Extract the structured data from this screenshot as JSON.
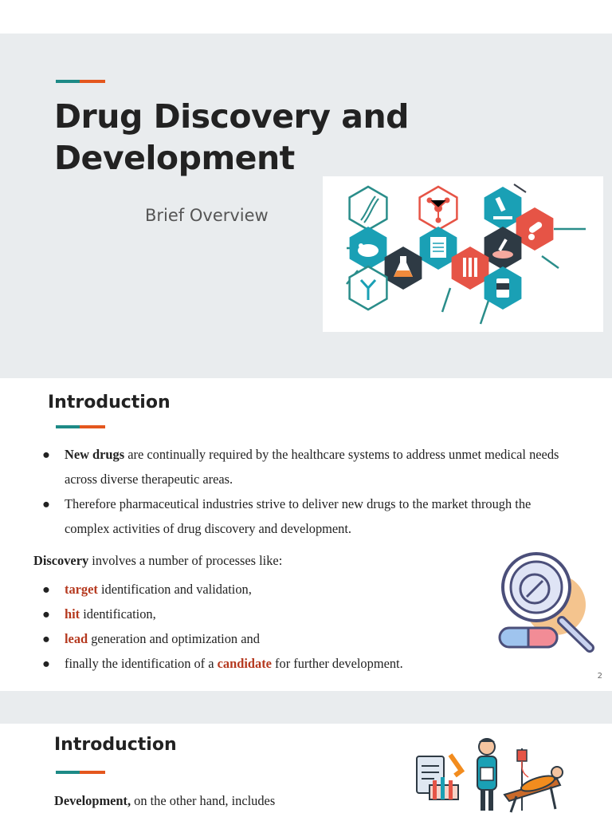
{
  "colors": {
    "slide_bg": "#e9ecee",
    "accent_teal": "#1d8a86",
    "accent_orange": "#e4571e",
    "highlight_red": "#b5391f",
    "title_text": "#222222"
  },
  "slide1": {
    "title": "Drug Discovery and Development",
    "subtitle": "Brief Overview",
    "hero_icons": [
      "dna-icon",
      "molecule-icon",
      "microscope-icon",
      "mouse-icon",
      "document-icon",
      "pills-icon",
      "flask-icon",
      "petri-dish-icon",
      "test-tubes-icon",
      "antibody-icon",
      "medicine-bottle-icon"
    ]
  },
  "slide2": {
    "heading": "Introduction",
    "bullets": [
      {
        "bold": "New drugs",
        "text": " are continually required by the healthcare systems to address unmet medical needs across diverse therapeutic areas."
      },
      {
        "bold": "",
        "text": "Therefore pharmaceutical industries strive to deliver new drugs to the market through the complex activities of drug discovery and development."
      }
    ],
    "discovery_lead_bold": "Discovery",
    "discovery_lead_text": " involves a number of processes like:",
    "processes": [
      {
        "highlight": "target",
        "text": " identification and validation,"
      },
      {
        "highlight": "hit",
        "text": " identification,"
      },
      {
        "highlight": "lead",
        "text": " generation and optimization and"
      },
      {
        "pre": "finally the identification of a ",
        "highlight": "candidate",
        "text": " for further development."
      }
    ],
    "page_number": "2",
    "side_icon": "magnifier-pill-icon"
  },
  "slide3": {
    "heading": "Introduction",
    "para_bold": "Development,",
    "para_text": " on the other hand, includes",
    "side_icon": "clinical-trial-icon"
  }
}
